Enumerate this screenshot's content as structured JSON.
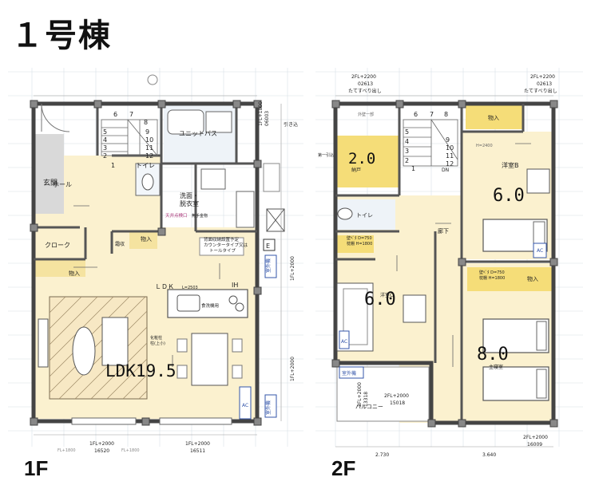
{
  "title": "１号棟",
  "floors": {
    "f1_label": "1F",
    "f2_label": "2F"
  },
  "f1": {
    "rooms": {
      "entrance": "玄関",
      "hall": "ホール",
      "closet": "クローク",
      "toilet": "トイレ",
      "unit_bath": "ユニットバス",
      "washroom": "洗面・",
      "dressing": "脱衣室",
      "ldk": "ＬＤＫ",
      "ldk_size": "LDK19.5",
      "storage1": "物入",
      "storage2": "物入",
      "soki": "霜収"
    },
    "notes": {
      "ceiling_hatch": "天井点検口",
      "counter_note": "背面収納設置予定",
      "counter_type": "カウンタータイプ又は",
      "counter_type2": "トールタイプ",
      "outdoor_unit": "室外機",
      "outdoor_unit2": "室外機",
      "ac": "AC",
      "ih": "IH",
      "eco": "E",
      "fl_top": "1FL+1800",
      "fl_top_code": "06003",
      "fl_right": "1FL+2000",
      "fl_right2": "1FL+2000",
      "fl_bottom1": "1FL+2000",
      "fl_bottom1_code": "16520",
      "fl_bottom2": "1FL+2000",
      "fl_bottom2_code": "16511",
      "fl_left": "FL+1800",
      "fl_low": "FL+1800",
      "kitchen_note": "食洗機用",
      "bath_note": "無手金物",
      "pull_door": "引き込",
      "ldk_area": "L=2503",
      "shelf": "化粧柱",
      "shelf2": "柱(上小)"
    },
    "stairs": [
      "5",
      "4",
      "3",
      "2",
      "1",
      "6",
      "7",
      "8",
      "9",
      "10",
      "11",
      "12"
    ]
  },
  "f2": {
    "rooms": {
      "bedroom_a_size": "2.0",
      "bedroom_a_name": "納戸",
      "western_b": "洋室B",
      "western_b_size": "6.0",
      "western_c_size": "6.0",
      "western_c_name": "洋室C",
      "bedroom_main_size": "8.0",
      "bedroom_main": "主寝室",
      "toilet": "トイレ",
      "corridor": "廊下",
      "balcony": "バルコニー",
      "storage_top": "物入",
      "storage_mid": "物入",
      "outdoor_top": "外壁一部"
    },
    "notes": {
      "fl_top_left": "2FL+2200",
      "fl_top_left_code": "02613",
      "fl_top_right": "2FL+2200",
      "fl_top_right_code": "02613",
      "sliding_left": "たてすべり出し",
      "sliding_right": "たてすべり出し",
      "wall_note1": "壁ﾍﾞﾀ D=750",
      "wall_note2": "枕棚 H=1800",
      "wall_note3": "壁ﾍﾞﾀ D=750",
      "wall_note4": "枕棚 H=1800",
      "hanger": "H=2400",
      "ac1": "AC",
      "ac2": "AC",
      "outdoor_unit": "室外機",
      "fl_balcony": "2FL+2000",
      "fl_balcony_code": "15018",
      "fl_bottom": "2FL+2000",
      "fl_bottom_code": "16009",
      "fl_side": "2FL+2000",
      "fl_side_code": "13318",
      "dim_left": "2.730",
      "dim_right": "3.640",
      "dn": "DN",
      "first_access": "第一引込"
    },
    "stairs": [
      "5",
      "4",
      "3",
      "2",
      "1",
      "6",
      "7",
      "8",
      "9",
      "10",
      "11",
      "12"
    ]
  }
}
